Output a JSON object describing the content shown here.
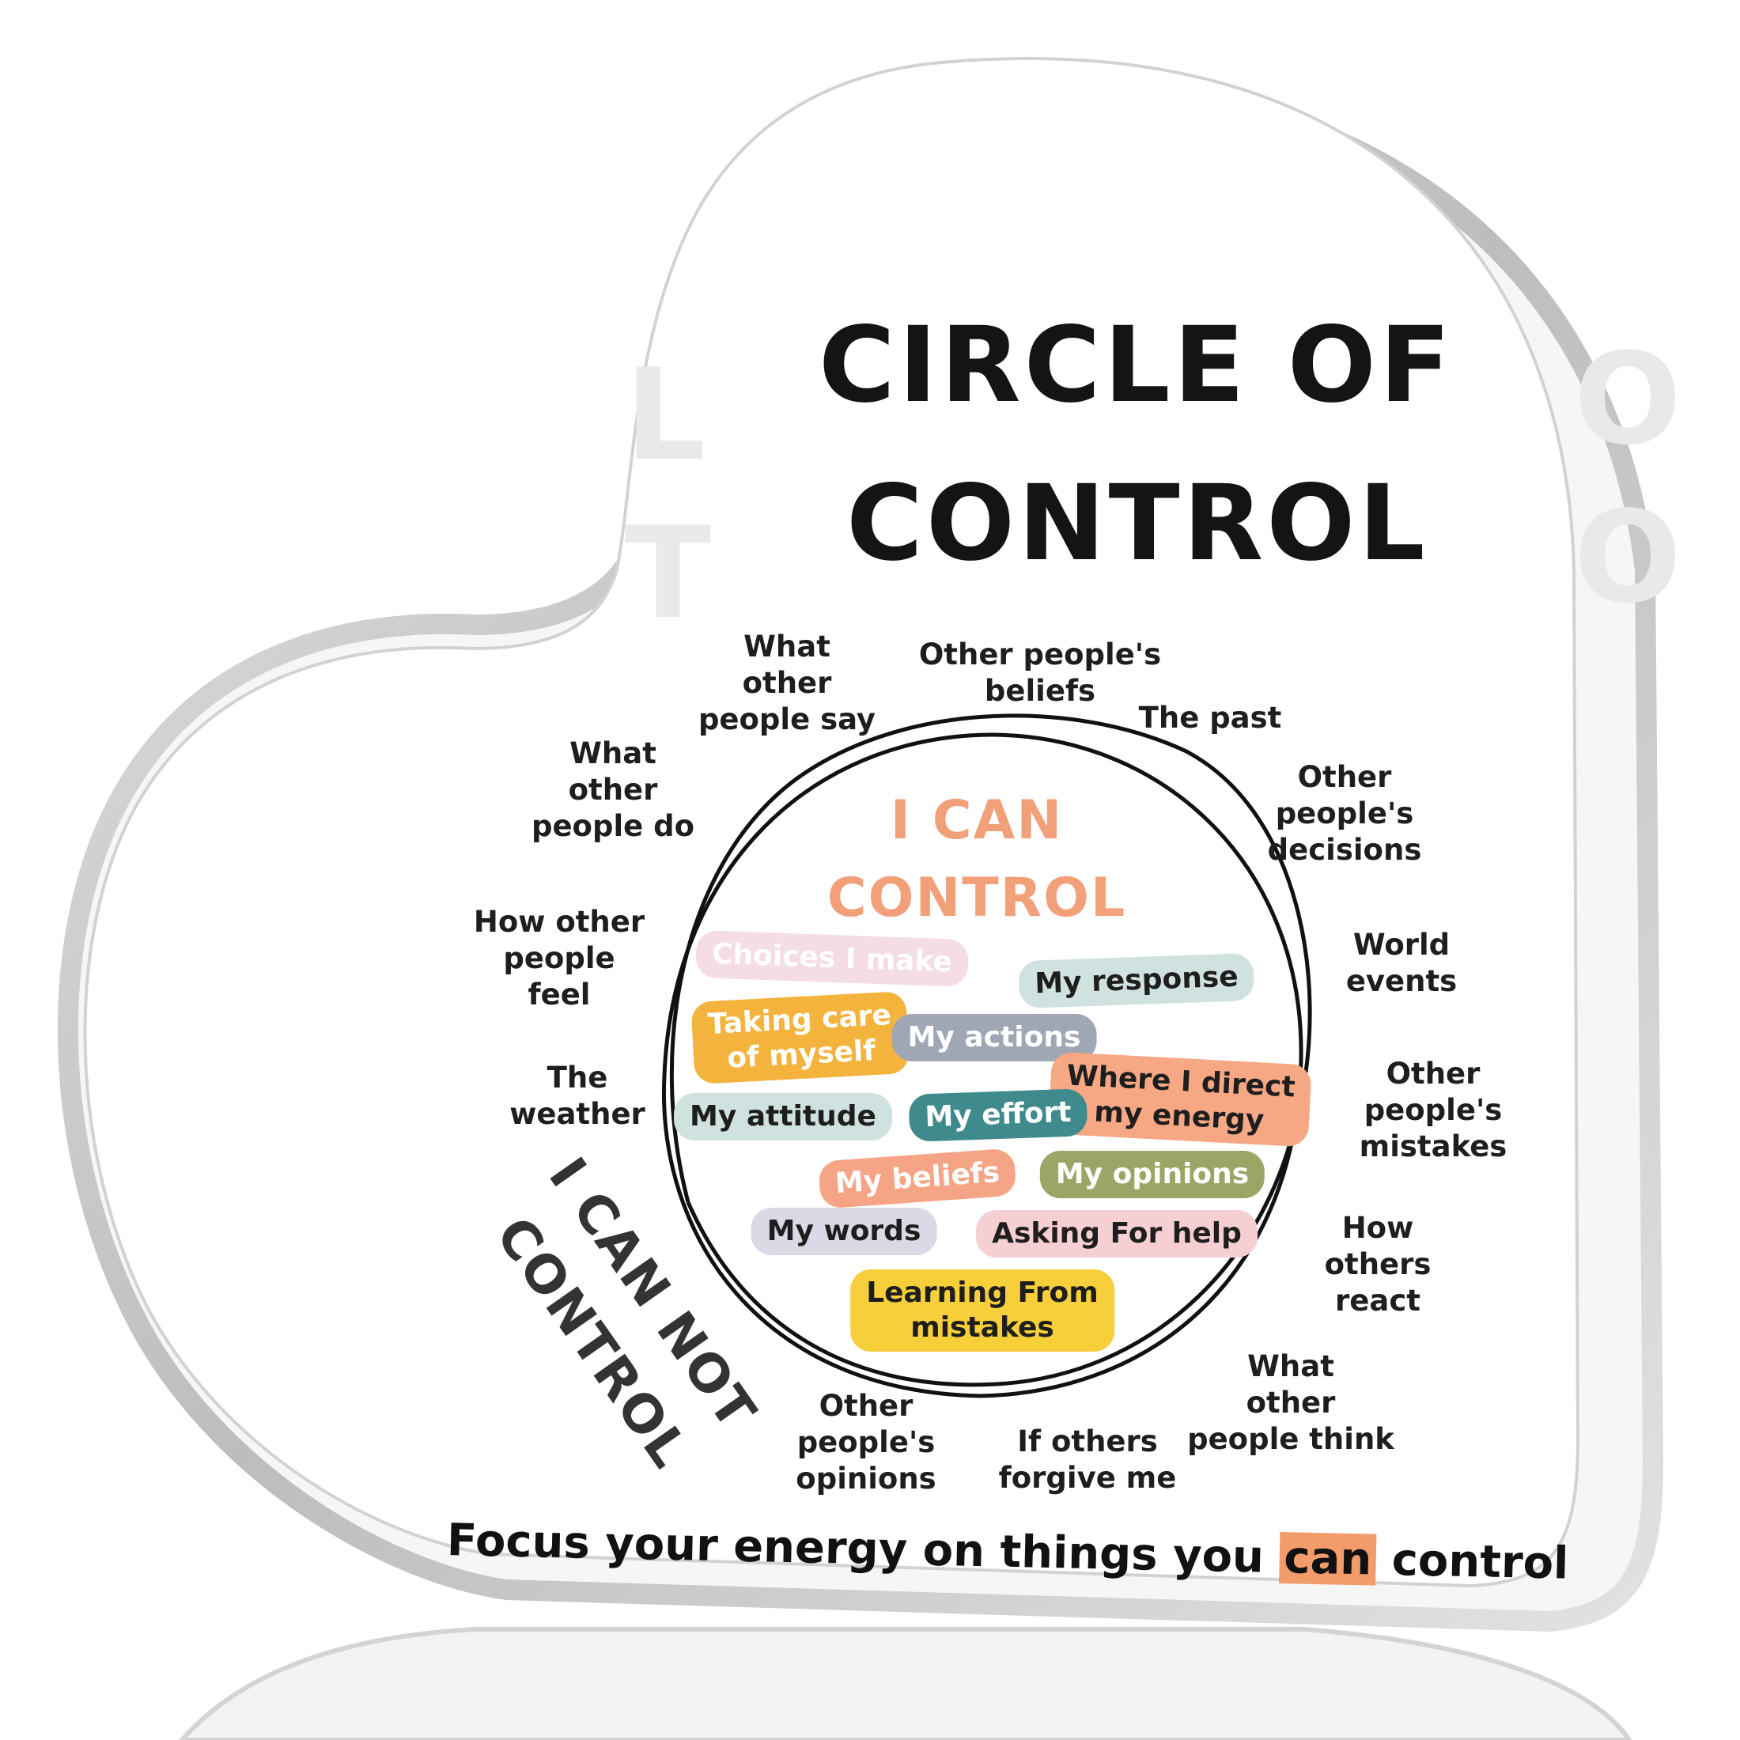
{
  "title": {
    "line1": "CIRCLE OF",
    "line2": "CONTROL"
  },
  "inner": {
    "heading1": "I CAN",
    "heading2": "CONTROL",
    "items": [
      {
        "label": "Choices I make",
        "bg": "#f4dde4",
        "fg": "#ffffff"
      },
      {
        "label": "My response",
        "bg": "#cfe2df",
        "fg": "#1e1e1e"
      },
      {
        "label": "Taking care\nof myself",
        "bg": "#f3b33d",
        "fg": "#ffffff"
      },
      {
        "label": "My actions",
        "bg": "#9fa7b5",
        "fg": "#ffffff"
      },
      {
        "label": "Where I direct\nmy energy",
        "bg": "#f6a884",
        "fg": "#1e1e1e"
      },
      {
        "label": "My attitude",
        "bg": "#cfe2df",
        "fg": "#1e1e1e"
      },
      {
        "label": "My effort",
        "bg": "#3f8a8c",
        "fg": "#ffffff"
      },
      {
        "label": "My beliefs",
        "bg": "#f5a585",
        "fg": "#ffffff"
      },
      {
        "label": "My opinions",
        "bg": "#9aa566",
        "fg": "#ffffff"
      },
      {
        "label": "My words",
        "bg": "#dcd8e6",
        "fg": "#1e1e1e"
      },
      {
        "label": "Asking For help",
        "bg": "#f6cfd2",
        "fg": "#1e1e1e"
      },
      {
        "label": "Learning From\nmistakes",
        "bg": "#f6cf3a",
        "fg": "#1e1e1e"
      }
    ]
  },
  "outer": {
    "items": [
      "What\nother\npeople say",
      "Other people's\nbeliefs",
      "The past",
      "What\nother\npeople do",
      "Other\npeople's\ndecisions",
      "How other\npeople\nfeel",
      "World\nevents",
      "The\nweather",
      "Other\npeople's\nmistakes",
      "How\nothers\nreact",
      "What\nother\npeople think",
      "Other\npeople's\nopinions",
      "If others\nforgive me"
    ],
    "cannot_line1": "I CAN NOT",
    "cannot_line2": "CONTROL"
  },
  "footer": {
    "before": "Focus your energy on things you ",
    "highlight": "can",
    "after": " control",
    "highlight_color": "#f29b6b"
  },
  "colors": {
    "accent_orange": "#f2a07a",
    "ink": "#141414",
    "acrylic_edge": "#c7c7c7"
  }
}
